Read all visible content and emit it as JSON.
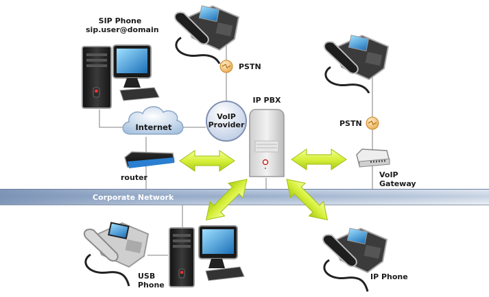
{
  "diagram": {
    "network_bar": {
      "label": "Corporate Network"
    },
    "nodes": {
      "sip_phone": {
        "title": "SIP Phone",
        "subtitle": "sip.user@domain",
        "icon": "desktop-computer-icon"
      },
      "pstn_top": {
        "label": "PSTN",
        "icon": "pstn-connector-icon"
      },
      "top_phone": {
        "icon": "desk-phone-icon"
      },
      "internet": {
        "label": "Internet",
        "icon": "cloud-icon"
      },
      "voip_provider": {
        "line1": "VoIP",
        "line2": "Provider",
        "icon": "circle-badge-icon"
      },
      "router": {
        "label": "router",
        "icon": "router-icon"
      },
      "ip_pbx": {
        "label": "IP PBX",
        "icon": "server-tower-icon"
      },
      "pstn_right": {
        "label": "PSTN",
        "icon": "pstn-connector-icon"
      },
      "right_phone": {
        "icon": "desk-phone-icon"
      },
      "voip_gateway": {
        "line1": "VoIP",
        "line2": "Gateway",
        "icon": "gateway-device-icon"
      },
      "usb_phone": {
        "line1": "USB",
        "line2": "Phone",
        "icon": "desk-phone-icon"
      },
      "usb_computer": {
        "icon": "desktop-computer-icon"
      },
      "ip_phone": {
        "label": "IP Phone",
        "icon": "desk-phone-icon"
      }
    },
    "colors": {
      "arrow_fill": "#d6f03a",
      "network_bar": "#8fa6c6",
      "connector_line": "#9a9a9a",
      "pstn_badge": "#f0c070"
    }
  }
}
